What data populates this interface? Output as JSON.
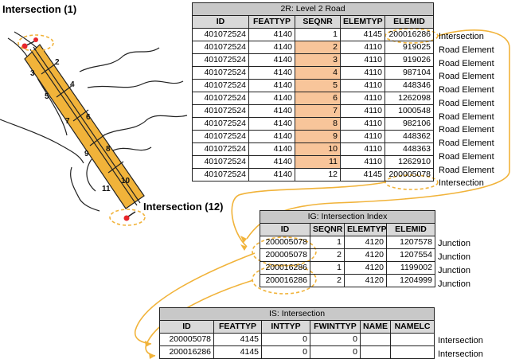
{
  "labels": {
    "intersection_top": "Intersection (1)",
    "intersection_bottom": "Intersection (12)"
  },
  "segments": [
    "2",
    "3",
    "4",
    "5",
    "6",
    "7",
    "8",
    "9",
    "10",
    "11"
  ],
  "table_2r": {
    "title": "2R: Level 2 Road",
    "headers": [
      "ID",
      "FEATTYP",
      "SEQNR",
      "ELEMTYP",
      "ELEMID"
    ],
    "rows": [
      [
        "401072524",
        "4140",
        "1",
        "4145",
        "200016286"
      ],
      [
        "401072524",
        "4140",
        "2",
        "4110",
        "919025"
      ],
      [
        "401072524",
        "4140",
        "3",
        "4110",
        "919026"
      ],
      [
        "401072524",
        "4140",
        "4",
        "4110",
        "987104"
      ],
      [
        "401072524",
        "4140",
        "5",
        "4110",
        "448346"
      ],
      [
        "401072524",
        "4140",
        "6",
        "4110",
        "1262098"
      ],
      [
        "401072524",
        "4140",
        "7",
        "4110",
        "1000548"
      ],
      [
        "401072524",
        "4140",
        "8",
        "4110",
        "982106"
      ],
      [
        "401072524",
        "4140",
        "9",
        "4110",
        "448362"
      ],
      [
        "401072524",
        "4140",
        "10",
        "4110",
        "448363"
      ],
      [
        "401072524",
        "4140",
        "11",
        "4110",
        "1262910"
      ],
      [
        "401072524",
        "4140",
        "12",
        "4145",
        "200005078"
      ]
    ],
    "row_labels": [
      "Intersection",
      "Road Element",
      "Road Element",
      "Road Element",
      "Road Element",
      "Road Element",
      "Road Element",
      "Road Element",
      "Road Element",
      "Road Element",
      "Road Element",
      "Intersection"
    ]
  },
  "table_ig": {
    "title": "IG: Intersection Index",
    "headers": [
      "ID",
      "SEQNR",
      "ELEMTYP",
      "ELEMID"
    ],
    "rows": [
      [
        "200005078",
        "1",
        "4120",
        "1207578"
      ],
      [
        "200005078",
        "2",
        "4120",
        "1207554"
      ],
      [
        "200016286",
        "1",
        "4120",
        "1199002"
      ],
      [
        "200016286",
        "2",
        "4120",
        "1204999"
      ]
    ],
    "row_labels": [
      "Junction",
      "Junction",
      "Junction",
      "Junction"
    ]
  },
  "table_is": {
    "title": "IS: Intersection",
    "headers": [
      "ID",
      "FEATTYP",
      "INTTYP",
      "FWINTTYP",
      "NAME",
      "NAMELC"
    ],
    "rows": [
      [
        "200005078",
        "4145",
        "0",
        "0",
        "",
        ""
      ],
      [
        "200016286",
        "4145",
        "0",
        "0",
        "",
        ""
      ]
    ],
    "row_labels": [
      "Intersection",
      "Intersection"
    ]
  },
  "colors": {
    "road": "#f1b33a",
    "seqnr_highlight": "#f8c59a",
    "connector": "#f1b33a",
    "node": "#e8262b"
  }
}
